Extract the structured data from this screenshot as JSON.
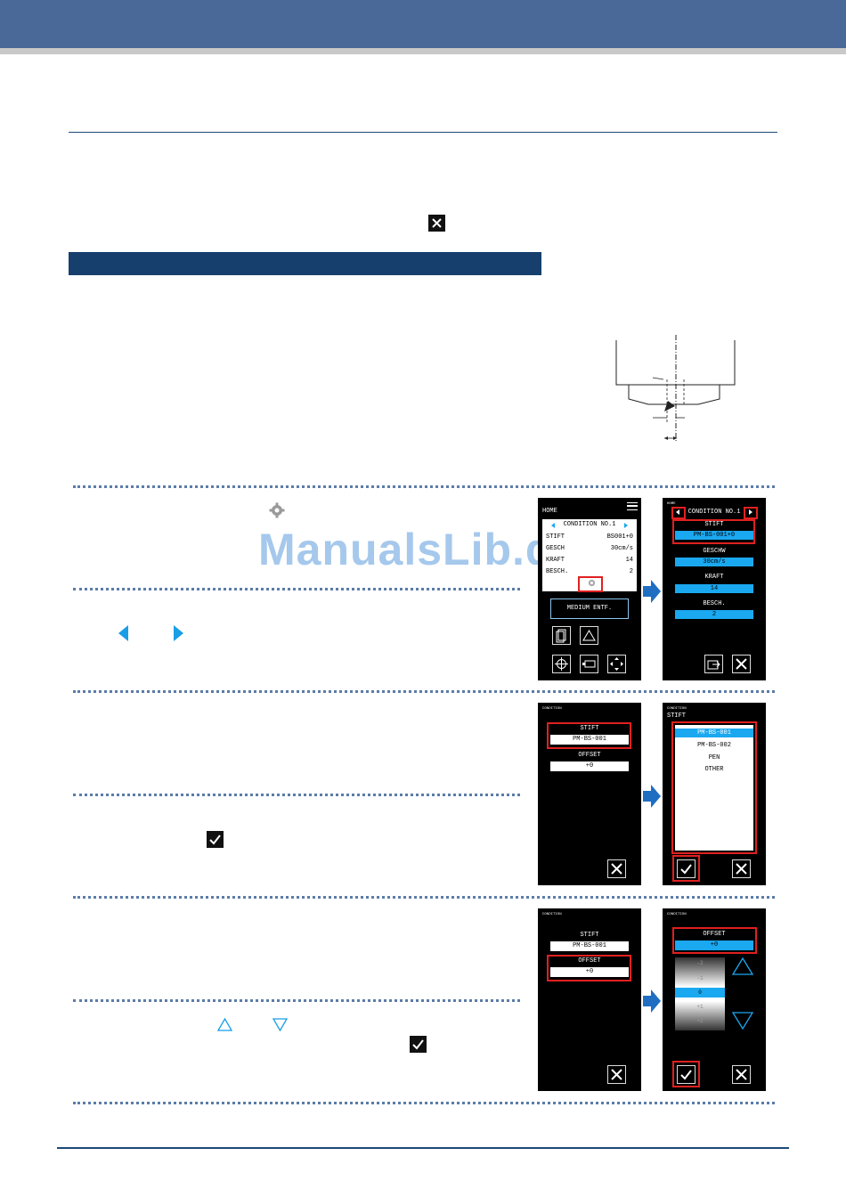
{
  "watermark": "ManualsLib.de",
  "diagram": {
    "caption": ""
  },
  "screen1": {
    "header": "HOME",
    "condition": "CONDITION NO.1",
    "rows": [
      {
        "k": "STIFT",
        "v": "BS001+0"
      },
      {
        "k": "GESCH",
        "v": "30cm/s"
      },
      {
        "k": "KRAFT",
        "v": "14"
      },
      {
        "k": "BESCH.",
        "v": "2"
      }
    ],
    "medium_button": "MEDIUM ENTF."
  },
  "screen2": {
    "header": "HOME",
    "condition": "CONDITION NO.1",
    "fields": [
      {
        "label": "STIFT",
        "value": "PM-BS-001+0"
      },
      {
        "label": "GESCHW",
        "value": "30cm/s"
      },
      {
        "label": "KRAFT",
        "value": "14"
      },
      {
        "label": "BESCH.",
        "value": "2"
      }
    ]
  },
  "screen3": {
    "header": "CONDITION",
    "fields": [
      {
        "label": "STIFT",
        "value": "PM-BS-001"
      },
      {
        "label": "OFFSET",
        "value": "+0"
      }
    ]
  },
  "screen4": {
    "header": "CONDITION",
    "title": "STIFT",
    "options": [
      "PM-BS-001",
      "PM-BS-002",
      "PEN",
      "OTHER"
    ],
    "selected": "PM-BS-001"
  },
  "screen5": {
    "header": "CONDITION",
    "fields": [
      {
        "label": "STIFT",
        "value": "PM-BS-001"
      },
      {
        "label": "OFFSET",
        "value": "+0"
      }
    ]
  },
  "screen6": {
    "header": "CONDITION",
    "field": {
      "label": "OFFSET",
      "value": "+0"
    },
    "wheel": [
      "-2",
      "-1",
      "0",
      "+1",
      "+2"
    ],
    "selected": "0"
  },
  "colors": {
    "accent": "#1aa8f0",
    "highlight": "#e02020",
    "header": "#4a6998",
    "banner": "#163f6d"
  }
}
